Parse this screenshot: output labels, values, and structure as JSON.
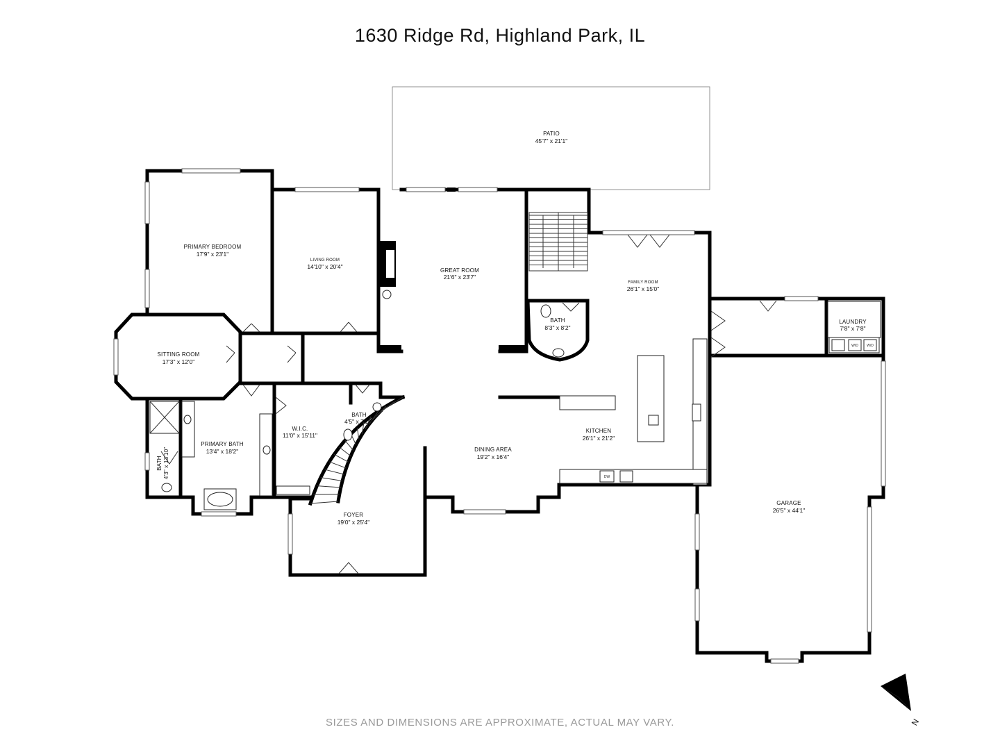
{
  "title": "1630 Ridge Rd, Highland Park, IL",
  "disclaimer": "SIZES AND DIMENSIONS ARE APPROXIMATE, ACTUAL MAY VARY.",
  "compass": {
    "label": "N"
  },
  "rooms": [
    {
      "id": "patio",
      "name": "PATIO",
      "dims": "45'7\" x 21'1\""
    },
    {
      "id": "primary-bedroom",
      "name": "PRIMARY BEDROOM",
      "dims": "17'9\" x 23'1\""
    },
    {
      "id": "living-room",
      "name": "LIVING ROOM",
      "dims": "14'10\" x 20'4\""
    },
    {
      "id": "great-room",
      "name": "GREAT ROOM",
      "dims": "21'6\" x 23'7\""
    },
    {
      "id": "family-room",
      "name": "FAMILY ROOM",
      "dims": "26'1\" x 15'0\""
    },
    {
      "id": "bath-1",
      "name": "BATH",
      "dims": "8'3\" x 8'2\""
    },
    {
      "id": "laundry",
      "name": "LAUNDRY",
      "dims": "7'8\" x 7'8\""
    },
    {
      "id": "sitting-room",
      "name": "SITTING ROOM",
      "dims": "17'3\" x 12'0\""
    },
    {
      "id": "wic",
      "name": "W.I.C.",
      "dims": "11'0\" x 15'11\""
    },
    {
      "id": "bath-2",
      "name": "BATH",
      "dims": "4'5\" x 7'10\""
    },
    {
      "id": "primary-bath",
      "name": "PRIMARY BATH",
      "dims": "13'4\" x 18'2\""
    },
    {
      "id": "bath-3",
      "name": "BATH",
      "dims": "4'3\" x 13'10\""
    },
    {
      "id": "kitchen",
      "name": "KITCHEN",
      "dims": "26'1\" x 21'2\""
    },
    {
      "id": "dining-area",
      "name": "DINING AREA",
      "dims": "19'2\" x 16'4\""
    },
    {
      "id": "foyer",
      "name": "FOYER",
      "dims": "19'0\" x 25'4\""
    },
    {
      "id": "garage",
      "name": "GARAGE",
      "dims": "26'5\" x 44'1\""
    }
  ],
  "appliances": {
    "dishwasher": "DW",
    "washer": "W/D",
    "dryer": "W/D"
  }
}
